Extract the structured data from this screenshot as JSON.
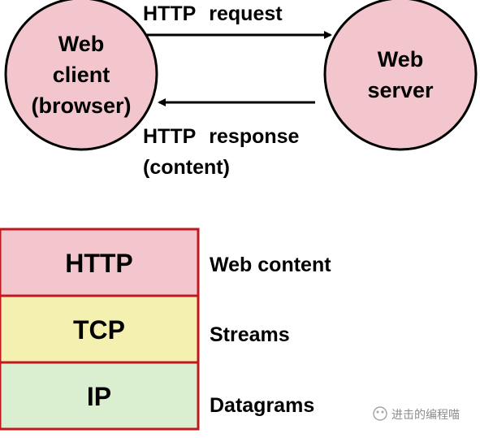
{
  "client": {
    "label_lines": [
      "Web",
      "client",
      "(browser)"
    ]
  },
  "server": {
    "label_lines": [
      "Web",
      "server"
    ]
  },
  "request_arrow": {
    "protocol": "HTTP",
    "word": "request"
  },
  "response_arrow": {
    "protocol": "HTTP",
    "word": "response",
    "second_line": "(content)"
  },
  "stack": {
    "layers": [
      {
        "name": "HTTP",
        "description": "Web content",
        "fill": "#f2c6cc"
      },
      {
        "name": "TCP",
        "description": "Streams",
        "fill": "#f4f1b0"
      },
      {
        "name": "IP",
        "description": "Datagrams",
        "fill": "#d9efcf"
      }
    ],
    "border_color": "#c0181f"
  },
  "colors": {
    "circle_fill": "#f2c6cc",
    "circle_stroke": "#000000",
    "arrow": "#000000"
  },
  "watermark": {
    "text": "进击的编程喵"
  }
}
